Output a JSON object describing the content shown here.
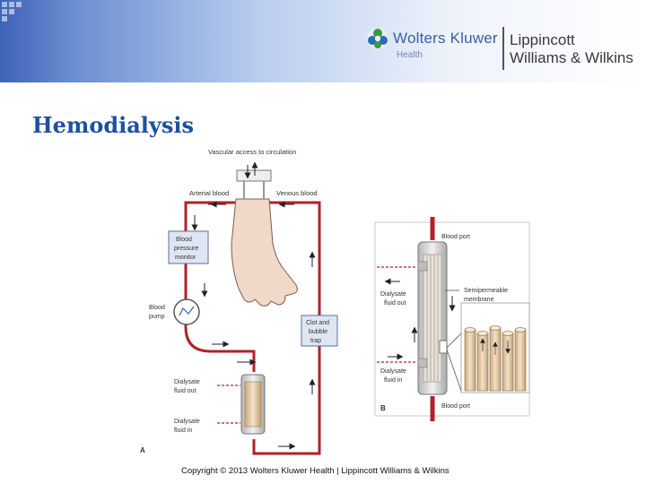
{
  "header": {
    "brand_name": "Wolters Kluwer",
    "brand_sub": "Health",
    "publisher_line1": "Lippincott",
    "publisher_line2": "Williams & Wilkins"
  },
  "slide": {
    "title": "Hemodialysis"
  },
  "diagram_a": {
    "panel_letter": "A",
    "vascular_access": "Vascular access to circulation",
    "arterial_blood": "Arterial blood",
    "venous_blood": "Venous blood",
    "bp_monitor": [
      "Blood",
      "pressure",
      "monitor"
    ],
    "blood_pump": [
      "Blood",
      "pump"
    ],
    "clot_trap": [
      "Clot and",
      "bubble",
      "trap"
    ],
    "dialysate_out": [
      "Dialysate",
      "fluid out"
    ],
    "dialysate_in": [
      "Dialysate",
      "fluid in"
    ]
  },
  "diagram_b": {
    "panel_letter": "B",
    "blood_port_top": "Blood port",
    "blood_port_bottom": "Blood port",
    "semipermeable": [
      "Semipermeable",
      "membrane"
    ],
    "dialysate_out": [
      "Dialysate",
      "fluid out"
    ],
    "dialysate_in": [
      "Dialysate",
      "fluid in"
    ]
  },
  "footer": {
    "copyright": "Copyright © 2013 Wolters Kluwer Health | Lippincott Williams & Wilkins"
  },
  "colors": {
    "banner_dark": "#3f63b8",
    "title_blue": "#1f4fa0",
    "blood_red": "#b3202a",
    "label_box_fill": "#dfe6f2"
  }
}
